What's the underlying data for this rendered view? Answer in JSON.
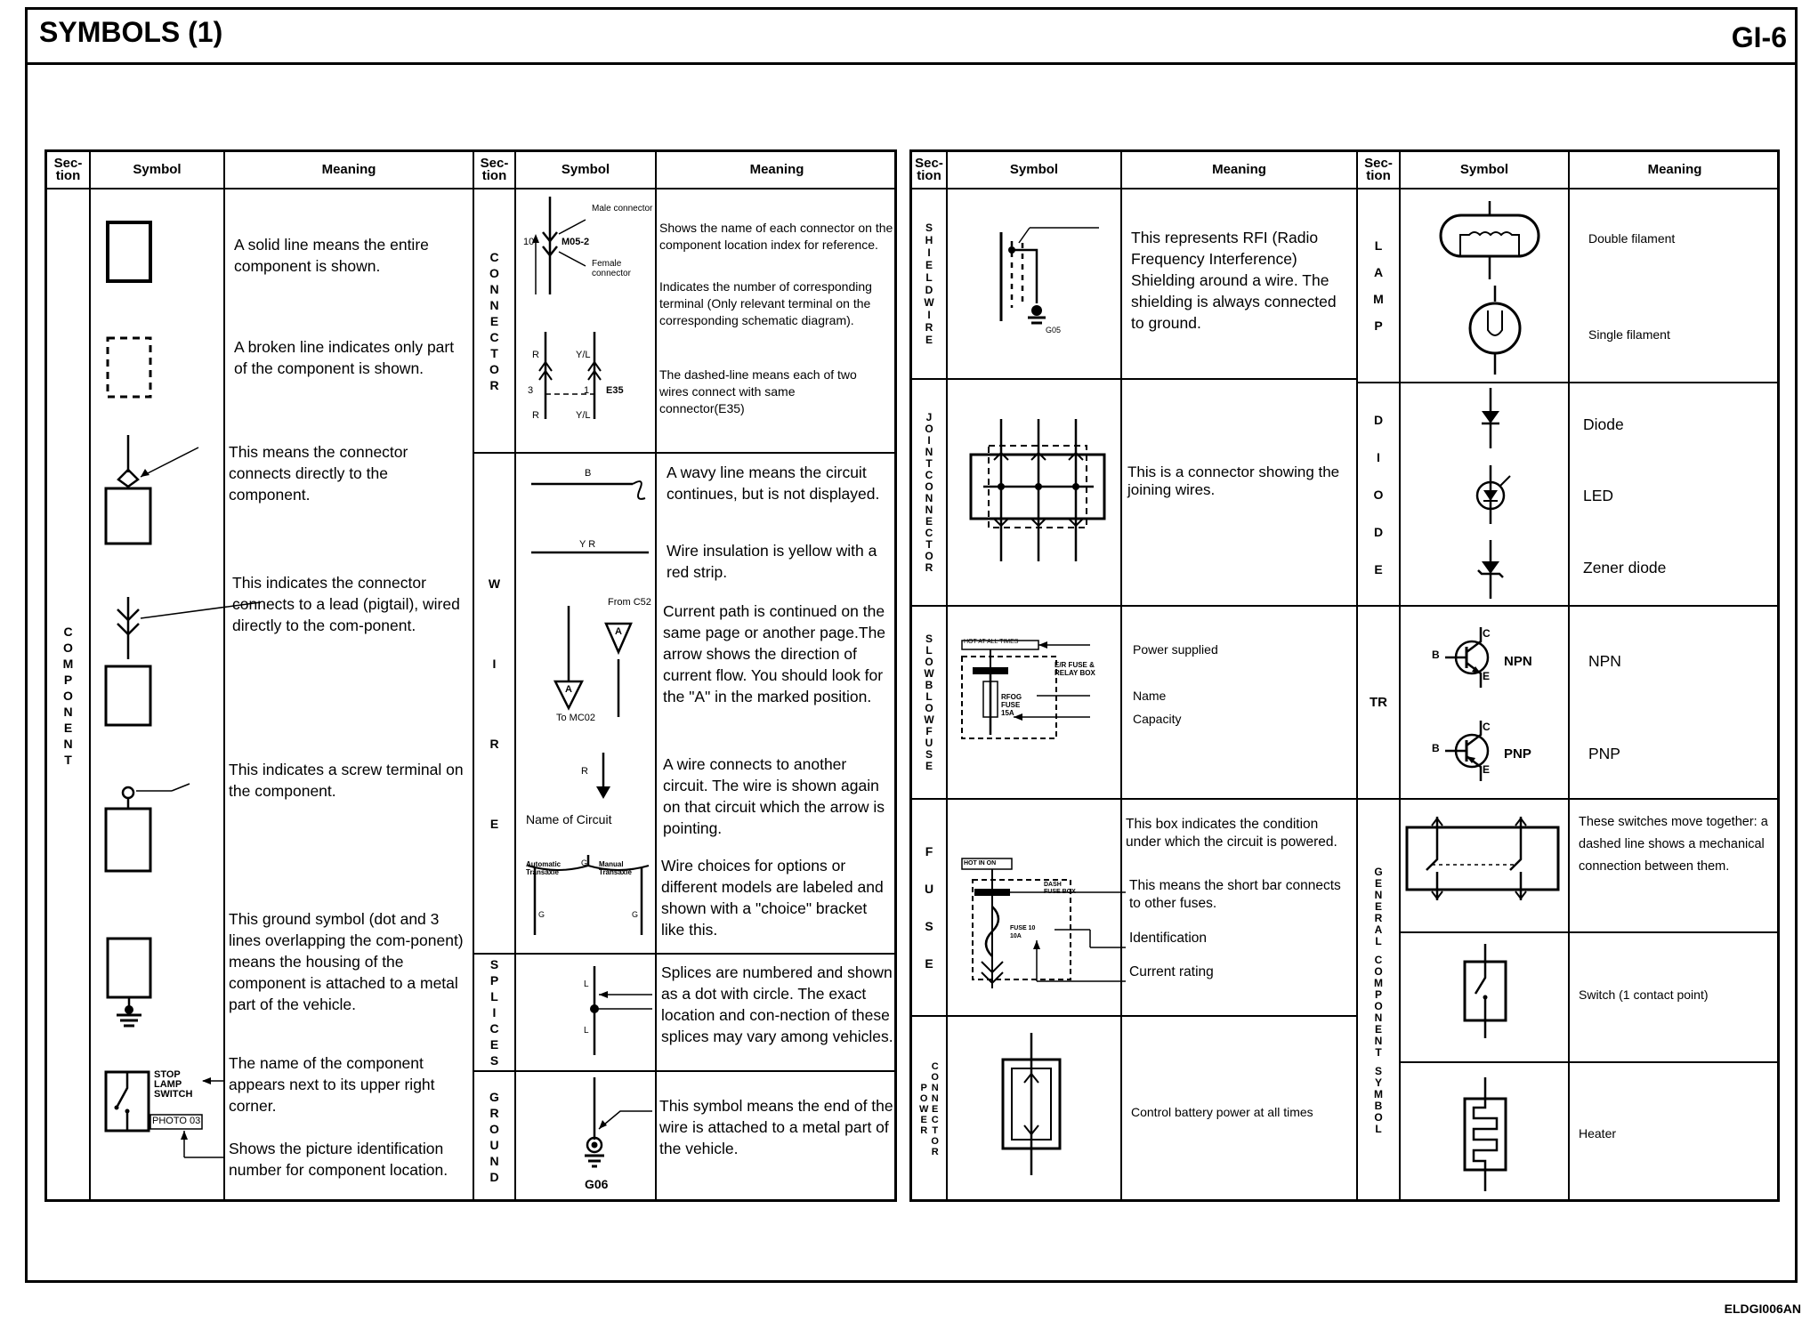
{
  "header": {
    "title": "SYMBOLS (1)",
    "page": "GI-6"
  },
  "footer": {
    "code": "ELDGI006AN"
  },
  "columns": {
    "section": "Sec-tion",
    "symbol": "Symbol",
    "meaning": "Meaning"
  },
  "sections": {
    "component": "COMPONENT",
    "connector": "CONNECTOR",
    "wire": "WIRE",
    "splices": "SPLICES",
    "ground": "GROUND",
    "shield_wire": "SHIELDWIRE",
    "joint_connector": "JOINTCONNECTOR",
    "slow_blow_fuse": "SLOWBLOWFUSE",
    "fuse": "FUSE",
    "power_connector_a": "POWER",
    "power_connector_b": "CONNECTOR",
    "lamp": "LAMP",
    "diode": "DIODE",
    "tr": "TR",
    "general_component_a": "GENERAL",
    "general_component_b": "COMPONENT",
    "general_component_c": "SYMBOL"
  },
  "component": {
    "solid": "A solid line means the entire component is shown.",
    "broken": "A broken line indicates only part of the component is shown.",
    "direct": "This means the connector connects directly to the component.",
    "pigtail": "This indicates the connector connects to a lead (pigtail), wired directly to the com-ponent.",
    "screw": "This indicates a screw terminal on the component.",
    "ground": "This ground symbol (dot and 3 lines overlapping the com-ponent) means the housing of the component is attached to a metal part of the vehicle.",
    "name": "The name of the component appears next to its upper right corner.",
    "photo": "Shows the picture identification number for component location.",
    "label_stop": "STOP",
    "label_lamp": "LAMP",
    "label_switch": "SWITCH",
    "label_photo": "PHOTO 03"
  },
  "connector": {
    "name": "Shows the name of each connector on the component location index for reference.",
    "terminal": "Indicates the number of corresponding terminal (Only relevant terminal on the corresponding schematic diagram).",
    "dashed": "The dashed-line means each of two wires connect with same connector(E35)",
    "label_mate": "Male connector",
    "label_female": "Female connector",
    "label_m05": "M05-2",
    "label_10": "10",
    "label_r": "R",
    "label_yl": "Y/L",
    "label_3": "3",
    "label_1": "1",
    "label_e35": "E35"
  },
  "wire": {
    "wavy": "A wavy line means the circuit continues, but is not displayed.",
    "yellow": "Wire insulation is yellow with a red strip.",
    "current": "Current path is continued on the same page or another page.The arrow shows the direction of current flow. You should look for the \"A\" in the marked position.",
    "connects": "A wire connects to another circuit. The wire is shown again on that circuit which the arrow is pointing.",
    "choice": "Wire choices for options or different models are labeled and shown with a \"choice\" bracket like this.",
    "label_b": "B",
    "label_yr": "Y R",
    "label_from": "From C52",
    "label_to": "To MC02",
    "label_a": "A",
    "label_a2": "A",
    "label_r": "R",
    "label_circuit": "Name of Circuit",
    "label_auto": "Automatic Transaxle",
    "label_manual": "Manual Transaxle",
    "label_g": "G",
    "label_g2": "G",
    "label_g3": "G"
  },
  "splices": {
    "meaning": "Splices are numbered and shown as a dot with circle. The exact location and con-nection of these splices may vary among vehicles.",
    "label_l": "L",
    "label_l2": "L"
  },
  "ground": {
    "meaning": "This symbol means the end of the wire is attached to a metal part of the vehicle.",
    "label": "G06"
  },
  "shield": {
    "meaning": "This represents RFI (Radio Frequency Interference) Shielding around a wire. The shielding is always connected to ground.",
    "label": "G05"
  },
  "joint": {
    "meaning": "This is a connector showing the joining wires."
  },
  "slowblow": {
    "power": "Power supplied",
    "name": "Name",
    "capacity": "Capacity",
    "label_hot": "HOT AT ALL TIMES",
    "label_box": "E/R FUSE & RELAY BOX",
    "label_rfog": "RFOG",
    "label_fuse": "FUSE",
    "label_amp": "15A"
  },
  "fuse": {
    "box": "This box indicates the condition under which the circuit is powered.",
    "bar": "This means the short bar connects to other fuses.",
    "ident": "Identification",
    "rating": "Current rating",
    "label_hot": "HOT IN ON",
    "label_box": "DASH FUSE BOX",
    "label_fuse": "FUSE 10",
    "label_amp": "10A"
  },
  "power_conn": {
    "meaning": "Control battery power at all times"
  },
  "lamp": {
    "double": "Double filament",
    "single": "Single filament"
  },
  "diode": {
    "diode": "Diode",
    "led": "LED",
    "zener": "Zener diode"
  },
  "tr": {
    "npn": "NPN",
    "pnp": "PNP",
    "label_npn": "NPN",
    "label_pnp": "PNP",
    "label_b": "B",
    "label_c": "C",
    "label_e": "E"
  },
  "general": {
    "switches": "These switches move together: a dashed line shows a mechanical connection between them.",
    "switch1": "Switch (1 contact point)",
    "heater": "Heater"
  }
}
